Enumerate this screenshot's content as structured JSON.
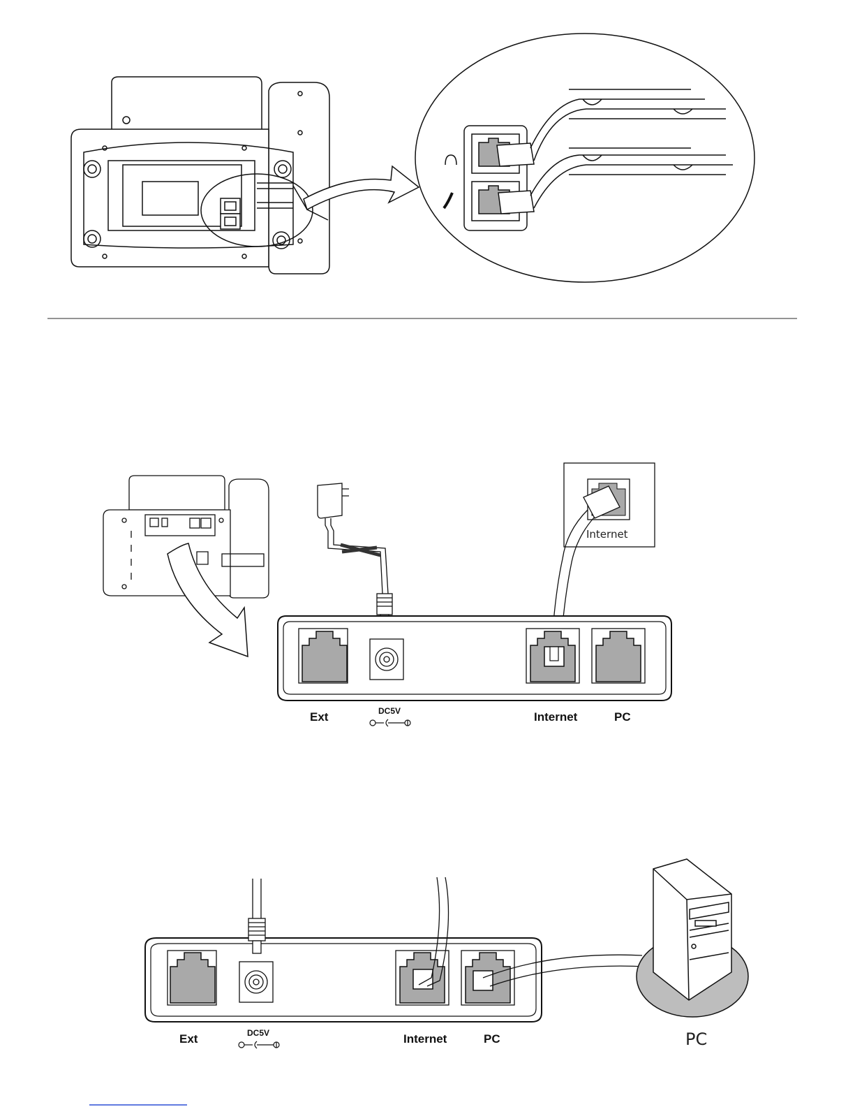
{
  "panel2": {
    "wall_jack_label": "Internet",
    "port_labels": {
      "ext": "Ext",
      "dc5v": "DC5V",
      "internet": "Internet",
      "pc": "PC"
    }
  },
  "panel3": {
    "port_labels": {
      "ext": "Ext",
      "dc5v": "DC5V",
      "internet": "Internet",
      "pc": "PC"
    },
    "computer_label": "PC"
  },
  "colors": {
    "line": "#111111",
    "port_fill": "#a9a9a9",
    "pc_base": "#bdbdbd",
    "divider": "#555555",
    "footer_link": "#2b4fd6"
  }
}
